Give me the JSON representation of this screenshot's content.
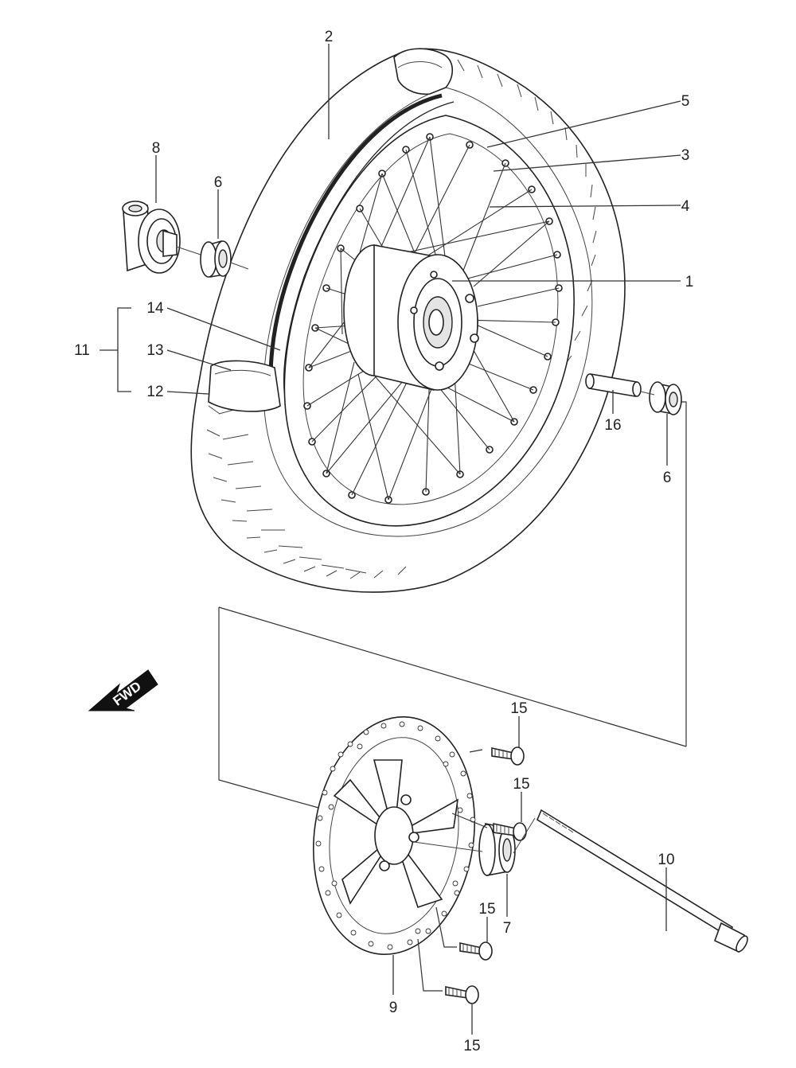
{
  "callouts": {
    "c1": "1",
    "c2": "2",
    "c3": "3",
    "c4": "4",
    "c5": "5",
    "c6a": "6",
    "c6b": "6",
    "c7": "7",
    "c8": "8",
    "c9": "9",
    "c10": "10",
    "c11": "11",
    "c12": "12",
    "c13": "13",
    "c14": "14",
    "c15a": "15",
    "c15b": "15",
    "c15c": "15",
    "c15d": "15",
    "c16": "16"
  },
  "fwd": {
    "label": "FWD"
  },
  "colors": {
    "line": "#222222",
    "background": "#ffffff"
  }
}
